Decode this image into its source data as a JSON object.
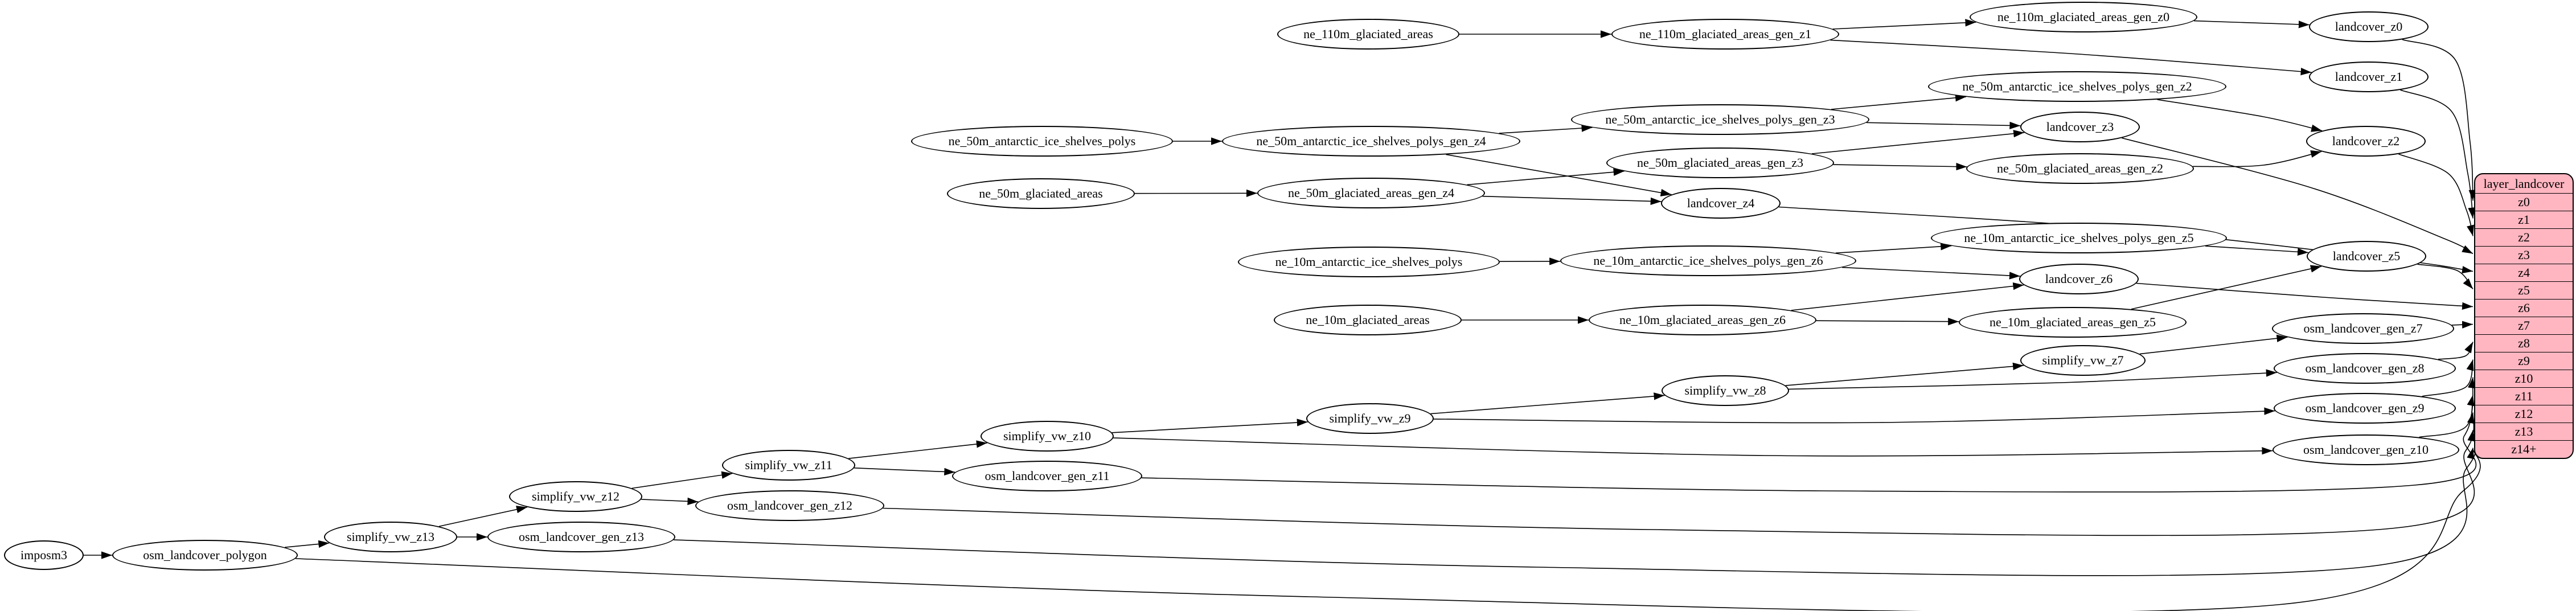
{
  "diagram": {
    "background": "#ffffff",
    "node_fill": "#ffffff",
    "node_stroke": "#000000",
    "edge_color": "#000000"
  },
  "nodes": [
    {
      "id": "imposm3",
      "label": "imposm3"
    },
    {
      "id": "osm_landcover_polygon",
      "label": "osm_landcover_polygon"
    },
    {
      "id": "simplify_vw_z13",
      "label": "simplify_vw_z13"
    },
    {
      "id": "osm_landcover_gen_z13",
      "label": "osm_landcover_gen_z13"
    },
    {
      "id": "simplify_vw_z12",
      "label": "simplify_vw_z12"
    },
    {
      "id": "osm_landcover_gen_z12",
      "label": "osm_landcover_gen_z12"
    },
    {
      "id": "simplify_vw_z11",
      "label": "simplify_vw_z11"
    },
    {
      "id": "osm_landcover_gen_z11",
      "label": "osm_landcover_gen_z11"
    },
    {
      "id": "simplify_vw_z10",
      "label": "simplify_vw_z10"
    },
    {
      "id": "simplify_vw_z9",
      "label": "simplify_vw_z9"
    },
    {
      "id": "simplify_vw_z8",
      "label": "simplify_vw_z8"
    },
    {
      "id": "simplify_vw_z7",
      "label": "simplify_vw_z7"
    },
    {
      "id": "osm_landcover_gen_z7",
      "label": "osm_landcover_gen_z7"
    },
    {
      "id": "osm_landcover_gen_z8",
      "label": "osm_landcover_gen_z8"
    },
    {
      "id": "osm_landcover_gen_z9",
      "label": "osm_landcover_gen_z9"
    },
    {
      "id": "osm_landcover_gen_z10",
      "label": "osm_landcover_gen_z10"
    },
    {
      "id": "ne_10m_glaciated_areas",
      "label": "ne_10m_glaciated_areas"
    },
    {
      "id": "ne_10m_glaciated_areas_gen_z6",
      "label": "ne_10m_glaciated_areas_gen_z6"
    },
    {
      "id": "ne_10m_glaciated_areas_gen_z5",
      "label": "ne_10m_glaciated_areas_gen_z5"
    },
    {
      "id": "ne_10m_antarctic_ice_shelves_polys",
      "label": "ne_10m_antarctic_ice_shelves_polys"
    },
    {
      "id": "ne_10m_antarctic_ice_shelves_polys_gen_z6",
      "label": "ne_10m_antarctic_ice_shelves_polys_gen_z6"
    },
    {
      "id": "ne_10m_antarctic_ice_shelves_polys_gen_z5",
      "label": "ne_10m_antarctic_ice_shelves_polys_gen_z5"
    },
    {
      "id": "landcover_z6",
      "label": "landcover_z6"
    },
    {
      "id": "landcover_z5",
      "label": "landcover_z5"
    },
    {
      "id": "ne_50m_glaciated_areas",
      "label": "ne_50m_glaciated_areas"
    },
    {
      "id": "ne_50m_glaciated_areas_gen_z4",
      "label": "ne_50m_glaciated_areas_gen_z4"
    },
    {
      "id": "ne_50m_glaciated_areas_gen_z3",
      "label": "ne_50m_glaciated_areas_gen_z3"
    },
    {
      "id": "ne_50m_glaciated_areas_gen_z2",
      "label": "ne_50m_glaciated_areas_gen_z2"
    },
    {
      "id": "landcover_z4",
      "label": "landcover_z4"
    },
    {
      "id": "ne_50m_antarctic_ice_shelves_polys",
      "label": "ne_50m_antarctic_ice_shelves_polys"
    },
    {
      "id": "ne_50m_antarctic_ice_shelves_polys_gen_z4",
      "label": "ne_50m_antarctic_ice_shelves_polys_gen_z4"
    },
    {
      "id": "ne_50m_antarctic_ice_shelves_polys_gen_z3",
      "label": "ne_50m_antarctic_ice_shelves_polys_gen_z3"
    },
    {
      "id": "ne_50m_antarctic_ice_shelves_polys_gen_z2",
      "label": "ne_50m_antarctic_ice_shelves_polys_gen_z2"
    },
    {
      "id": "landcover_z3",
      "label": "landcover_z3"
    },
    {
      "id": "landcover_z2",
      "label": "landcover_z2"
    },
    {
      "id": "ne_110m_glaciated_areas",
      "label": "ne_110m_glaciated_areas"
    },
    {
      "id": "ne_110m_glaciated_areas_gen_z1",
      "label": "ne_110m_glaciated_areas_gen_z1"
    },
    {
      "id": "ne_110m_glaciated_areas_gen_z0",
      "label": "ne_110m_glaciated_areas_gen_z0"
    },
    {
      "id": "landcover_z0",
      "label": "landcover_z0"
    },
    {
      "id": "landcover_z1",
      "label": "landcover_z1"
    }
  ],
  "edges": [
    {
      "from": "ne_110m_glaciated_areas",
      "to": "ne_110m_glaciated_areas_gen_z1"
    },
    {
      "from": "ne_110m_glaciated_areas_gen_z1",
      "to": "ne_110m_glaciated_areas_gen_z0"
    },
    {
      "from": "ne_110m_glaciated_areas_gen_z1",
      "to": "landcover_z1"
    },
    {
      "from": "ne_110m_glaciated_areas_gen_z0",
      "to": "landcover_z0"
    },
    {
      "from": "landcover_z0",
      "to": "row:z0"
    },
    {
      "from": "landcover_z1",
      "to": "row:z1"
    },
    {
      "from": "ne_50m_antarctic_ice_shelves_polys",
      "to": "ne_50m_antarctic_ice_shelves_polys_gen_z4"
    },
    {
      "from": "ne_50m_antarctic_ice_shelves_polys_gen_z4",
      "to": "ne_50m_antarctic_ice_shelves_polys_gen_z3"
    },
    {
      "from": "ne_50m_antarctic_ice_shelves_polys_gen_z3",
      "to": "ne_50m_antarctic_ice_shelves_polys_gen_z2"
    },
    {
      "from": "ne_50m_antarctic_ice_shelves_polys_gen_z4",
      "to": "landcover_z4"
    },
    {
      "from": "ne_50m_antarctic_ice_shelves_polys_gen_z3",
      "to": "landcover_z3"
    },
    {
      "from": "ne_50m_antarctic_ice_shelves_polys_gen_z2",
      "to": "landcover_z2"
    },
    {
      "from": "ne_50m_glaciated_areas",
      "to": "ne_50m_glaciated_areas_gen_z4"
    },
    {
      "from": "ne_50m_glaciated_areas_gen_z4",
      "to": "ne_50m_glaciated_areas_gen_z3"
    },
    {
      "from": "ne_50m_glaciated_areas_gen_z3",
      "to": "ne_50m_glaciated_areas_gen_z2"
    },
    {
      "from": "ne_50m_glaciated_areas_gen_z4",
      "to": "landcover_z4"
    },
    {
      "from": "ne_50m_glaciated_areas_gen_z3",
      "to": "landcover_z3"
    },
    {
      "from": "ne_50m_glaciated_areas_gen_z2",
      "to": "landcover_z2"
    },
    {
      "from": "landcover_z2",
      "to": "row:z2"
    },
    {
      "from": "landcover_z3",
      "to": "row:z3"
    },
    {
      "from": "landcover_z4",
      "to": "row:z4"
    },
    {
      "from": "ne_10m_antarctic_ice_shelves_polys",
      "to": "ne_10m_antarctic_ice_shelves_polys_gen_z6"
    },
    {
      "from": "ne_10m_antarctic_ice_shelves_polys_gen_z6",
      "to": "ne_10m_antarctic_ice_shelves_polys_gen_z5"
    },
    {
      "from": "ne_10m_antarctic_ice_shelves_polys_gen_z6",
      "to": "landcover_z6"
    },
    {
      "from": "ne_10m_antarctic_ice_shelves_polys_gen_z5",
      "to": "landcover_z5"
    },
    {
      "from": "ne_10m_glaciated_areas",
      "to": "ne_10m_glaciated_areas_gen_z6"
    },
    {
      "from": "ne_10m_glaciated_areas_gen_z6",
      "to": "ne_10m_glaciated_areas_gen_z5"
    },
    {
      "from": "ne_10m_glaciated_areas_gen_z6",
      "to": "landcover_z6"
    },
    {
      "from": "ne_10m_glaciated_areas_gen_z5",
      "to": "landcover_z5"
    },
    {
      "from": "landcover_z5",
      "to": "row:z5"
    },
    {
      "from": "landcover_z6",
      "to": "row:z6"
    },
    {
      "from": "imposm3",
      "to": "osm_landcover_polygon"
    },
    {
      "from": "osm_landcover_polygon",
      "to": "simplify_vw_z13"
    },
    {
      "from": "osm_landcover_polygon",
      "to": "row:z14+"
    },
    {
      "from": "simplify_vw_z13",
      "to": "simplify_vw_z12"
    },
    {
      "from": "simplify_vw_z13",
      "to": "osm_landcover_gen_z13"
    },
    {
      "from": "simplify_vw_z12",
      "to": "simplify_vw_z11"
    },
    {
      "from": "simplify_vw_z12",
      "to": "osm_landcover_gen_z12"
    },
    {
      "from": "simplify_vw_z11",
      "to": "simplify_vw_z10"
    },
    {
      "from": "simplify_vw_z11",
      "to": "osm_landcover_gen_z11"
    },
    {
      "from": "simplify_vw_z10",
      "to": "simplify_vw_z9"
    },
    {
      "from": "simplify_vw_z10",
      "to": "osm_landcover_gen_z10"
    },
    {
      "from": "simplify_vw_z9",
      "to": "simplify_vw_z8"
    },
    {
      "from": "simplify_vw_z9",
      "to": "osm_landcover_gen_z9"
    },
    {
      "from": "simplify_vw_z8",
      "to": "simplify_vw_z7"
    },
    {
      "from": "simplify_vw_z8",
      "to": "osm_landcover_gen_z8"
    },
    {
      "from": "simplify_vw_z7",
      "to": "osm_landcover_gen_z7"
    },
    {
      "from": "osm_landcover_gen_z7",
      "to": "row:z7"
    },
    {
      "from": "osm_landcover_gen_z8",
      "to": "row:z8"
    },
    {
      "from": "osm_landcover_gen_z9",
      "to": "row:z9"
    },
    {
      "from": "osm_landcover_gen_z10",
      "to": "row:z10"
    },
    {
      "from": "osm_landcover_gen_z11",
      "to": "row:z11"
    },
    {
      "from": "osm_landcover_gen_z12",
      "to": "row:z12"
    },
    {
      "from": "osm_landcover_gen_z13",
      "to": "row:z13"
    }
  ],
  "table": {
    "title": "layer_landcover",
    "fill": "#ffb6c1",
    "border_color": "#000000",
    "rows": [
      "z0",
      "z1",
      "z2",
      "z3",
      "z4",
      "z5",
      "z6",
      "z7",
      "z8",
      "z9",
      "z10",
      "z11",
      "z12",
      "z13",
      "z14+"
    ]
  }
}
